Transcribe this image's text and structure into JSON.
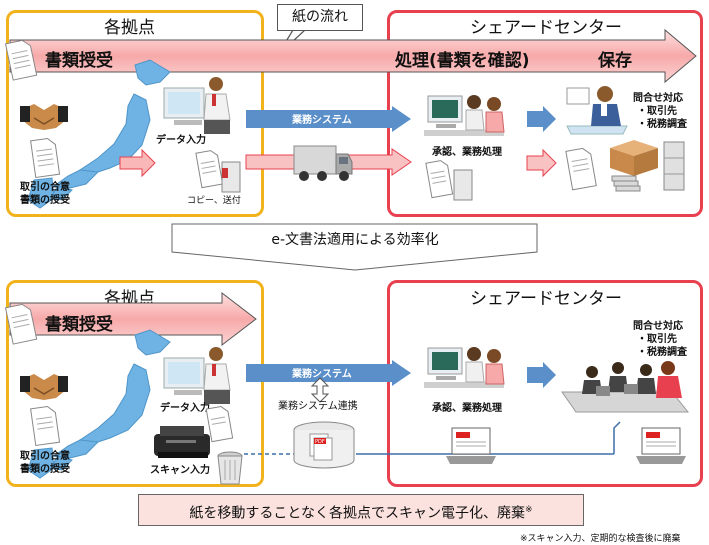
{
  "top": {
    "site_title": "各拠点",
    "center_title": "シェアードセンター",
    "paper_flow_label": "紙の流れ",
    "arrow_receive": "書類授受",
    "arrow_process": "処理(書類を確認)",
    "arrow_store": "保存",
    "agreement_label_1": "取引の合意",
    "agreement_label_2": "書類の授受",
    "data_entry_label": "データ入力",
    "copy_send_label": "コピー、送付",
    "business_system_label": "業務システム",
    "approval_label": "承認、業務処理",
    "inquiry_title": "問合せ対応",
    "inquiry_item_1": "・取引先",
    "inquiry_item_2": "・税務調査"
  },
  "middle": {
    "efficiency_label": "e-文書法適用による効率化"
  },
  "bottom": {
    "site_title": "各拠点",
    "center_title": "シェアードセンター",
    "arrow_receive": "書類授受",
    "agreement_label_1": "取引の合意",
    "agreement_label_2": "書類の授受",
    "data_entry_label": "データ入力",
    "scan_label": "スキャン入力",
    "business_system_label": "業務システム",
    "system_link_label": "業務システム連携",
    "approval_label": "承認、業務処理",
    "inquiry_title": "問合せ対応",
    "inquiry_item_1": "・取引先",
    "inquiry_item_2": "・税務調査",
    "pdf_label": "PDF",
    "banner_text": "紙を移動することなく各拠点でスキャン電子化、廃棄",
    "banner_mark": "※",
    "footnote": "※スキャン入力、定期的な検査後に廃棄"
  },
  "colors": {
    "site_border": "#f2b21c",
    "center_border": "#e8404f",
    "pink_arrow": "#f9b7b7",
    "system_arrow": "#5b8fc9",
    "map_blue": "#6fb3e4",
    "banner_bg": "#fbe2de"
  }
}
